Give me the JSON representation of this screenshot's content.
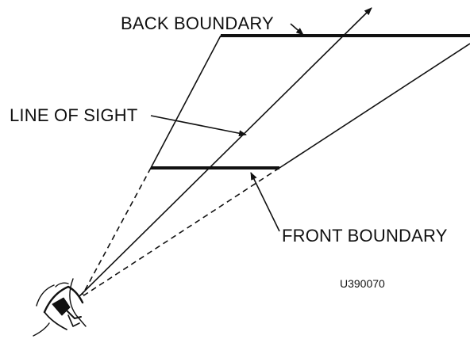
{
  "diagram": {
    "labels": {
      "back_boundary": "BACK BOUNDARY",
      "line_of_sight": "LINE OF SIGHT",
      "front_boundary": "FRONT BOUNDARY",
      "figure_code": "U390070"
    },
    "colors": {
      "ink": "#111111",
      "background": "#ffffff"
    },
    "icons": {
      "viewer": "eye-icon"
    }
  }
}
